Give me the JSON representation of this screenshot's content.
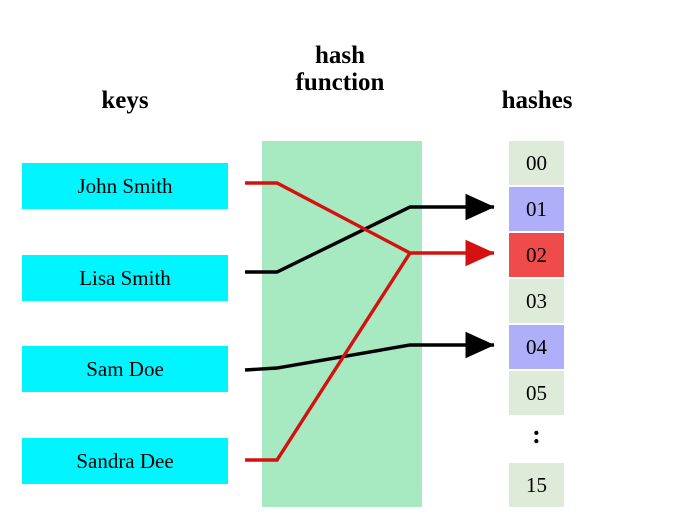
{
  "headings": {
    "keys": "keys",
    "hash_function_line1": "hash",
    "hash_function_line2": "function",
    "hashes": "hashes"
  },
  "keys": [
    {
      "label": "John Smith"
    },
    {
      "label": "Lisa Smith"
    },
    {
      "label": "Sam Doe"
    },
    {
      "label": "Sandra Dee"
    }
  ],
  "hashes": [
    {
      "label": "00",
      "state": "empty"
    },
    {
      "label": "01",
      "state": "used"
    },
    {
      "label": "02",
      "state": "collide"
    },
    {
      "label": "03",
      "state": "empty"
    },
    {
      "label": "04",
      "state": "used"
    },
    {
      "label": "05",
      "state": "empty"
    },
    {
      "label": "15",
      "state": "empty"
    }
  ],
  "ellipsis": ":",
  "mappings": [
    {
      "from": "John Smith",
      "to": "02",
      "color": "#d41111"
    },
    {
      "from": "Lisa Smith",
      "to": "01",
      "color": "#000000"
    },
    {
      "from": "Sam Doe",
      "to": "04",
      "color": "#000000"
    },
    {
      "from": "Sandra Dee",
      "to": "02",
      "color": "#d41111"
    }
  ],
  "colors": {
    "key_box": "#00f5ff",
    "hash_band": "#a7e9c1",
    "cell_empty": "#dfebd9",
    "cell_used": "#aeaef9",
    "cell_collision": "#ef4b4b",
    "arrow_black": "#000000",
    "arrow_red": "#d41111",
    "background": "#ffffff"
  }
}
